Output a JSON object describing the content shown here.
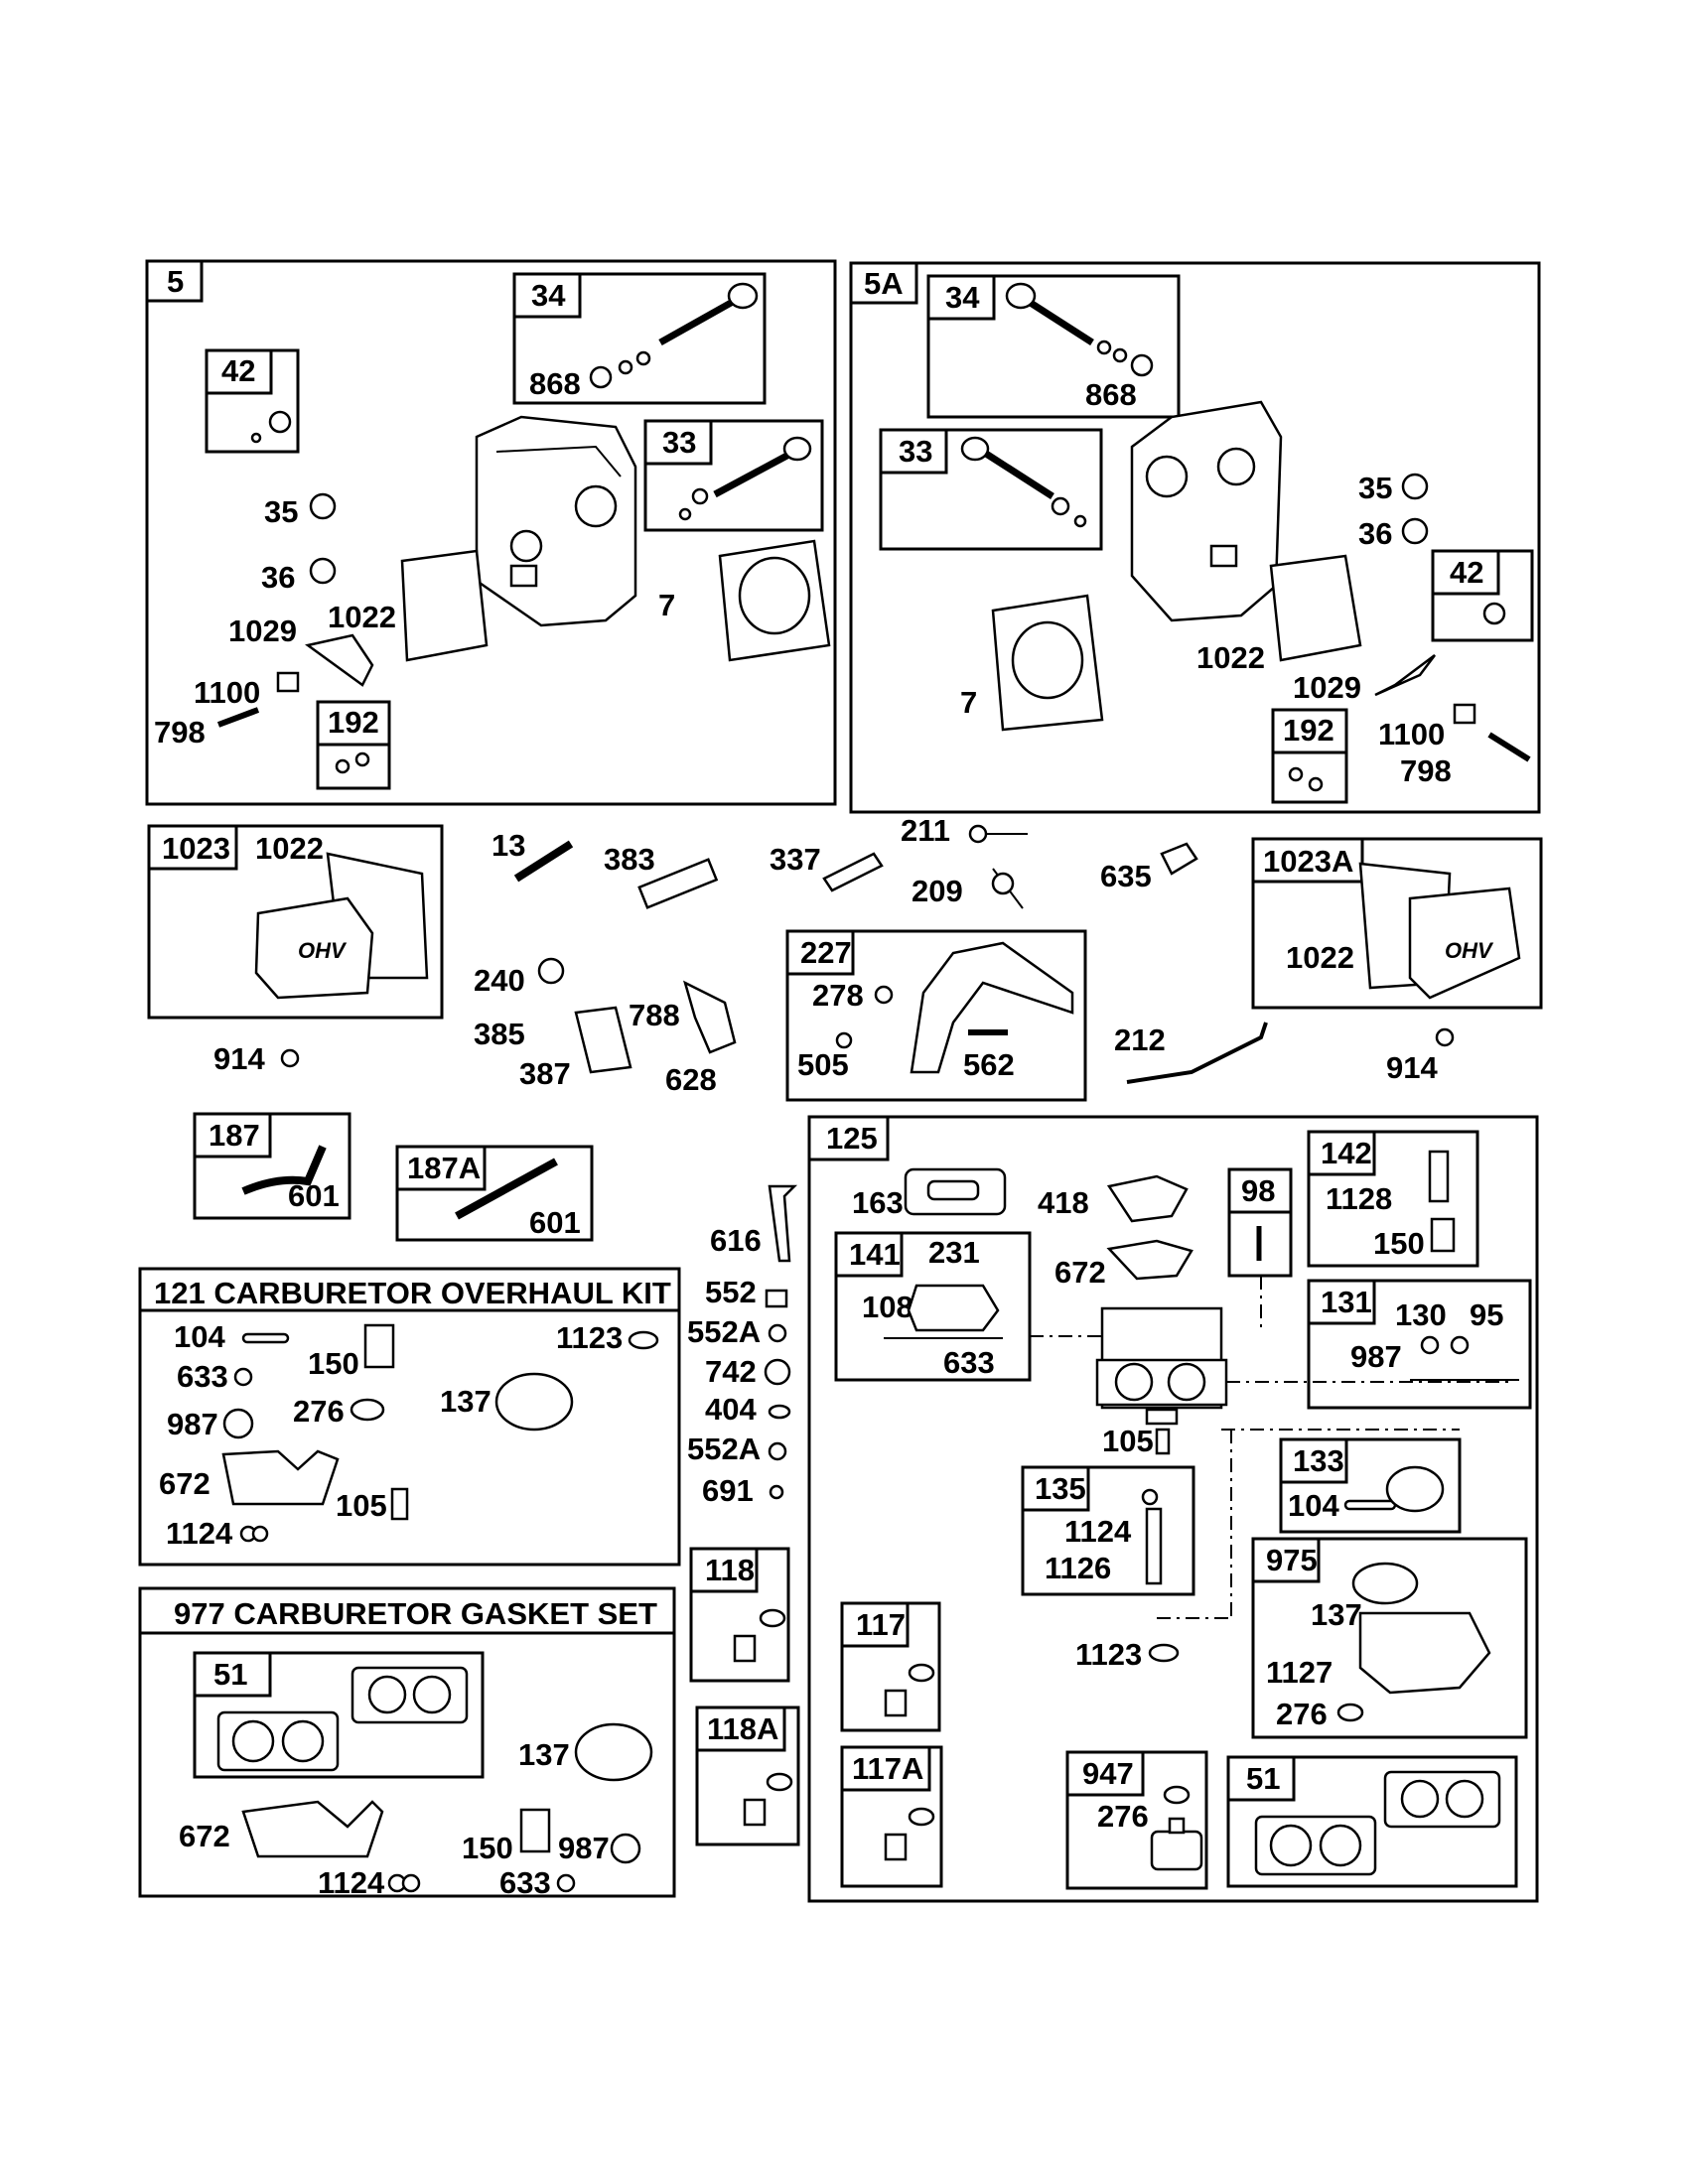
{
  "diagram": {
    "sections": {
      "s5": "5",
      "s5a": "5A",
      "s1023": "1023",
      "s1023a": "1023A",
      "s187": "187",
      "s187a": "187A",
      "s227": "227",
      "s125": "125",
      "kit121": "121 CARBURETOR OVERHAUL KIT",
      "kit977": "977 CARBURETOR GASKET SET",
      "s118": "118",
      "s118a": "118A",
      "s117": "117",
      "s117a": "117A",
      "s947": "947",
      "s975": "975",
      "s133": "133",
      "s135": "135",
      "s131": "131",
      "s142": "142",
      "s141": "141",
      "s98": "98",
      "s51a": "51",
      "s51b": "51"
    },
    "sub": {
      "b5_42": "42",
      "b5_34": "34",
      "b5_33": "33",
      "b5_192": "192",
      "b5a_34": "34",
      "b5a_33": "33",
      "b5a_42": "42",
      "b5a_192": "192"
    },
    "labels": {
      "a5_868": "868",
      "a5_35": "35",
      "a5_36": "36",
      "a5_1029": "1029",
      "a5_1022": "1022",
      "a5_7": "7",
      "a5_1100": "1100",
      "a5_798": "798",
      "b5_868": "868",
      "b5_35": "35",
      "b5_36": "36",
      "b5_1022": "1022",
      "b5_1029": "1029",
      "b5_7": "7",
      "b5_1100": "1100",
      "b5_798": "798",
      "c1022": "1022",
      "c13": "13",
      "c383": "383",
      "c337": "337",
      "c211": "211",
      "c209": "209",
      "c635": "635",
      "c1022b": "1022",
      "c240": "240",
      "c385": "385",
      "c387": "387",
      "c788": "788",
      "c628": "628",
      "c914": "914",
      "c914b": "914",
      "c212": "212",
      "c278": "278",
      "c505": "505",
      "c562": "562",
      "c601": "601",
      "c601b": "601",
      "c616": "616",
      "c552": "552",
      "c552a": "552A",
      "c742": "742",
      "c404": "404",
      "c552a2": "552A",
      "c691": "691",
      "k104": "104",
      "k633": "633",
      "k987": "987",
      "k150": "150",
      "k276": "276",
      "k1123": "1123",
      "k137": "137",
      "k672": "672",
      "k105": "105",
      "k1124": "1124",
      "g137": "137",
      "g672": "672",
      "g150": "150",
      "g987": "987",
      "g1124": "1124",
      "g633": "633",
      "p163": "163",
      "p418": "418",
      "p672": "672",
      "p231": "231",
      "p108": "108",
      "p633": "633",
      "p1128": "1128",
      "p150": "150",
      "p130": "130",
      "p95": "95",
      "p987": "987",
      "p105": "105",
      "p104": "104",
      "p1124": "1124",
      "p1126": "1126",
      "p1123": "1123",
      "p137": "137",
      "p1127": "1127",
      "p276": "276",
      "p276b": "276"
    }
  }
}
